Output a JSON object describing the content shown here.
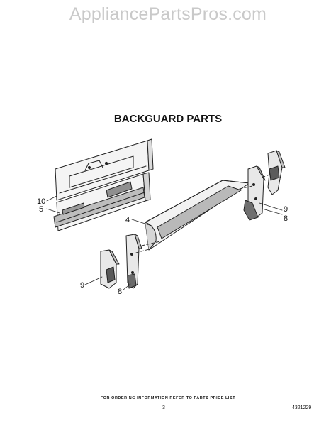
{
  "watermark": "AppliancePartsPros.com",
  "title": "BACKGUARD PARTS",
  "callouts": {
    "panel_upper": "10",
    "panel_lower": "5",
    "trim": "4",
    "right_end_cap": "9",
    "right_bracket": "8",
    "left_end_cap": "9",
    "left_bracket": "8"
  },
  "footer": {
    "note": "FOR ORDERING INFORMATION REFER TO PARTS PRICE LIST",
    "page_number": "3",
    "doc_number": "4321229"
  }
}
